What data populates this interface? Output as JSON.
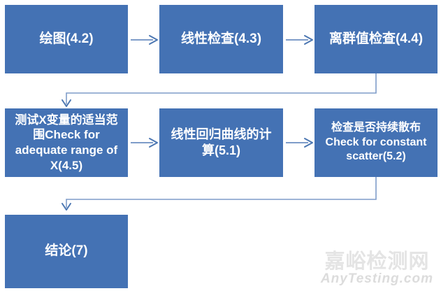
{
  "diagram": {
    "type": "flowchart",
    "boxes": [
      {
        "id": "plotting",
        "label": "绘图(4.2)"
      },
      {
        "id": "linearity",
        "label": "线性检查(4.3)"
      },
      {
        "id": "outlier",
        "label": "离群值检查(4.4)"
      },
      {
        "id": "range",
        "label": [
          "测试X变量的适当范",
          "围Check for",
          "adequate range of",
          "X(4.5)"
        ]
      },
      {
        "id": "regression",
        "label": [
          "线性回归曲线的计",
          "算(5.1)"
        ]
      },
      {
        "id": "scatter",
        "label": [
          "检查是否持续散布",
          "Check for constant",
          "scatter(5.2)"
        ]
      },
      {
        "id": "conclusion",
        "label": "结论(7)"
      }
    ],
    "connections": [
      {
        "from": "plotting",
        "to": "linearity",
        "style": "straight-arrow"
      },
      {
        "from": "linearity",
        "to": "outlier",
        "style": "straight-arrow"
      },
      {
        "from": "outlier",
        "to": "range",
        "style": "elbow-arrow"
      },
      {
        "from": "range",
        "to": "regression",
        "style": "straight-arrow"
      },
      {
        "from": "regression",
        "to": "scatter",
        "style": "straight-arrow"
      },
      {
        "from": "scatter",
        "to": "conclusion",
        "style": "elbow-arrow"
      }
    ],
    "colors": {
      "box_fill": "#4472B4",
      "box_text": "#FFFFFF",
      "connector_line": "#7E9CC9",
      "connector_head": "#4C77B2",
      "watermark_text": "#E4E4E4",
      "watermark_domain": "#DCDCDC"
    }
  },
  "watermark": {
    "site_name": "嘉峪检测网",
    "site_domain": "AnyTesting.com"
  }
}
